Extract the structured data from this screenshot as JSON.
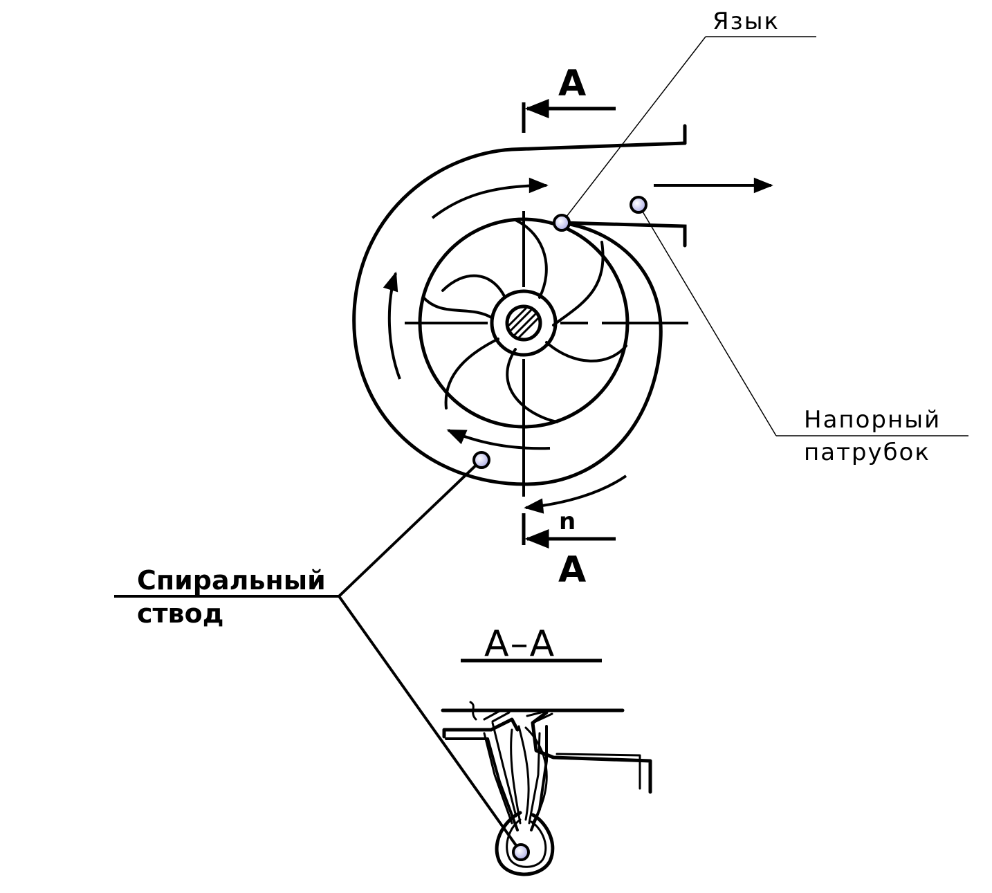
{
  "labels": {
    "tongue": "Язык",
    "outlet_line1": "Напорный",
    "outlet_line2": "патрубок",
    "volute_line1": "Спиральный",
    "volute_line2": "ствод",
    "section_top": "А",
    "section_bottom": "А",
    "rotation": "n",
    "section_view": "А–А"
  },
  "colors": {
    "ink": "#000000",
    "marker_fill": "#c8c8f0",
    "marker_stroke": "#000000"
  }
}
